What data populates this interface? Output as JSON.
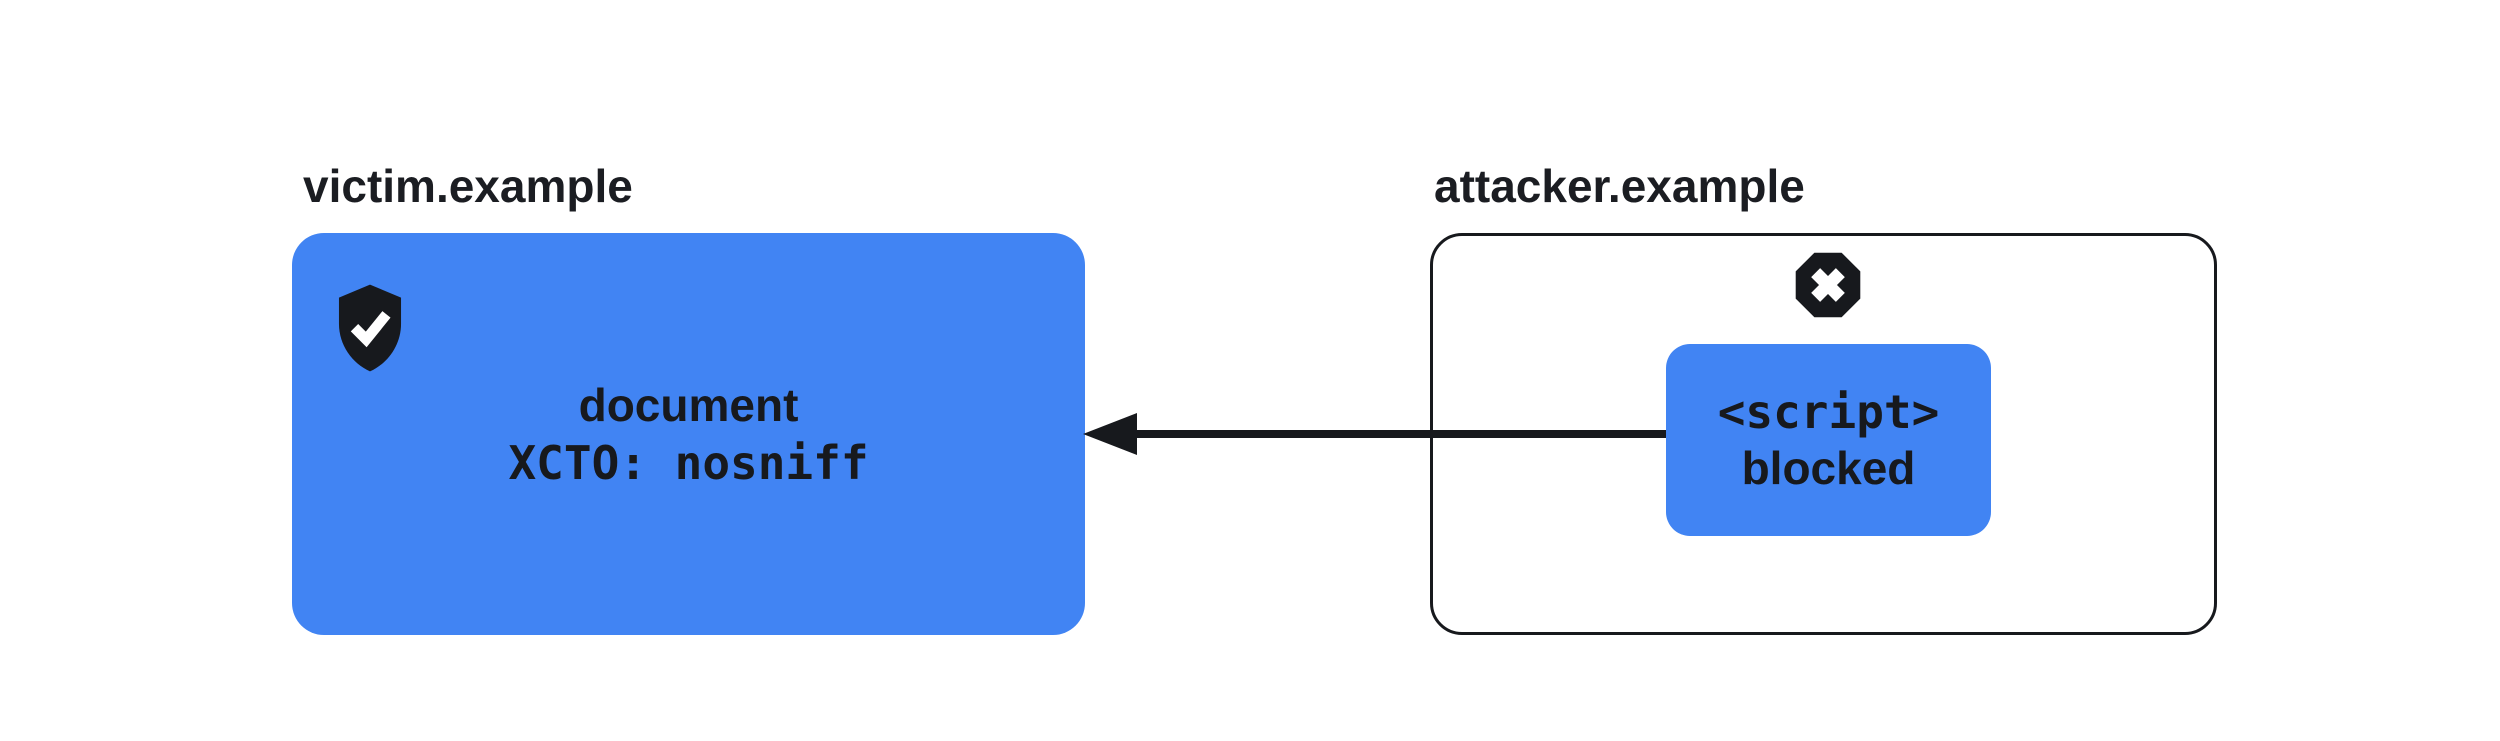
{
  "colors": {
    "background": "#ffffff",
    "accent_blue": "#4184f3",
    "ink": "#17191d"
  },
  "victim": {
    "label": "victim.example",
    "box_line1": "document",
    "box_line2": "XCTO: nosniff",
    "status_icon": "shield-check"
  },
  "attacker": {
    "label": "attacker.example",
    "script_box_line1": "<script>",
    "script_box_line2": "blocked",
    "status_icon": "octagon-x"
  },
  "arrow": {
    "direction": "right-to-left",
    "from": "attacker.example",
    "to": "victim.example"
  }
}
